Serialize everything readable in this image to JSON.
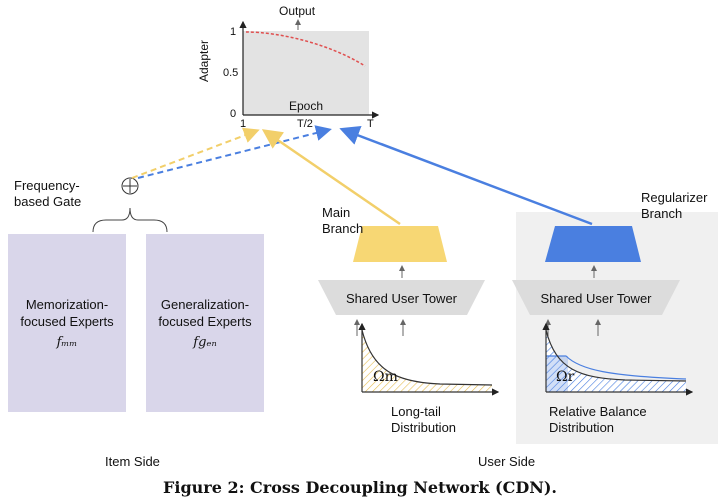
{
  "adapter_chart": {
    "title": "Output",
    "ylabel": "Adapter",
    "xlabel": "Epoch",
    "y_ticks": [
      "0",
      "0.5",
      "1"
    ],
    "x_ticks": [
      "1",
      "T/2",
      "T"
    ]
  },
  "gate": {
    "symbol": "⊕",
    "label_line1": "Frequency-",
    "label_line2": "based Gate"
  },
  "experts": [
    {
      "line1": "Memorization-",
      "line2": "focused Experts",
      "func": "𝑓ₘₘ"
    },
    {
      "line1": "Generalization-",
      "line2": "focused Experts",
      "func": "𝑓gₑₙ"
    }
  ],
  "main_branch": {
    "label_line1": "Main",
    "label_line2": "Branch",
    "tower": "Shared User Tower",
    "omega": "Ωm",
    "dist_line1": "Long-tail",
    "dist_line2": "Distribution",
    "color": "#f7d774"
  },
  "reg_branch": {
    "label_line1": "Regularizer",
    "label_line2": "Branch",
    "tower": "Shared User Tower",
    "omega": "Ωr",
    "dist_line1": "Relative Balance",
    "dist_line2": "Distribution",
    "color": "#4a7fe0"
  },
  "sides": {
    "item": "Item Side",
    "user": "User Side"
  },
  "caption": "Figure 2: Cross Decoupling Network (CDN)."
}
